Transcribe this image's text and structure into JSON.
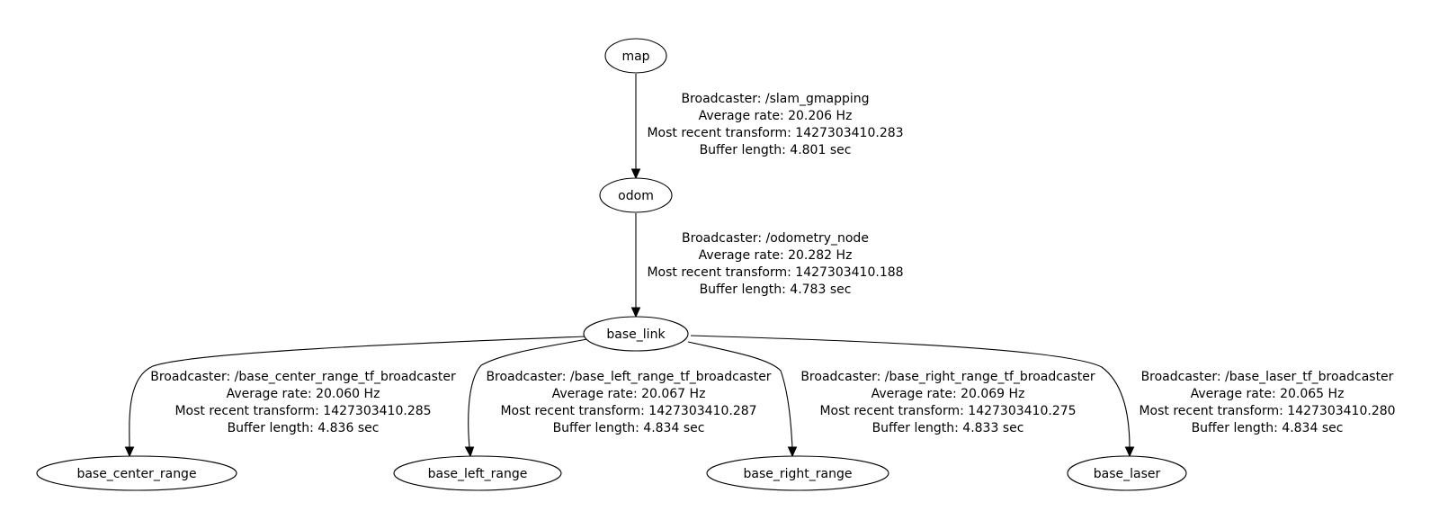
{
  "nodes": {
    "map": "map",
    "odom": "odom",
    "base_link": "base_link",
    "base_center_range": "base_center_range",
    "base_left_range": "base_left_range",
    "base_right_range": "base_right_range",
    "base_laser": "base_laser"
  },
  "edges": {
    "map_odom": {
      "broadcaster": "Broadcaster: /slam_gmapping",
      "rate": "Average rate: 20.206 Hz",
      "recent": "Most recent transform: 1427303410.283",
      "buffer": "Buffer length: 4.801 sec"
    },
    "odom_base_link": {
      "broadcaster": "Broadcaster: /odometry_node",
      "rate": "Average rate: 20.282 Hz",
      "recent": "Most recent transform: 1427303410.188",
      "buffer": "Buffer length: 4.783 sec"
    },
    "base_link_center": {
      "broadcaster": "Broadcaster: /base_center_range_tf_broadcaster",
      "rate": "Average rate: 20.060 Hz",
      "recent": "Most recent transform: 1427303410.285",
      "buffer": "Buffer length: 4.836 sec"
    },
    "base_link_left": {
      "broadcaster": "Broadcaster: /base_left_range_tf_broadcaster",
      "rate": "Average rate: 20.067 Hz",
      "recent": "Most recent transform: 1427303410.287",
      "buffer": "Buffer length: 4.834 sec"
    },
    "base_link_right": {
      "broadcaster": "Broadcaster: /base_right_range_tf_broadcaster",
      "rate": "Average rate: 20.069 Hz",
      "recent": "Most recent transform: 1427303410.275",
      "buffer": "Buffer length: 4.833 sec"
    },
    "base_link_laser": {
      "broadcaster": "Broadcaster: /base_laser_tf_broadcaster",
      "rate": "Average rate: 20.065 Hz",
      "recent": "Most recent transform: 1427303410.280",
      "buffer": "Buffer length: 4.834 sec"
    }
  }
}
